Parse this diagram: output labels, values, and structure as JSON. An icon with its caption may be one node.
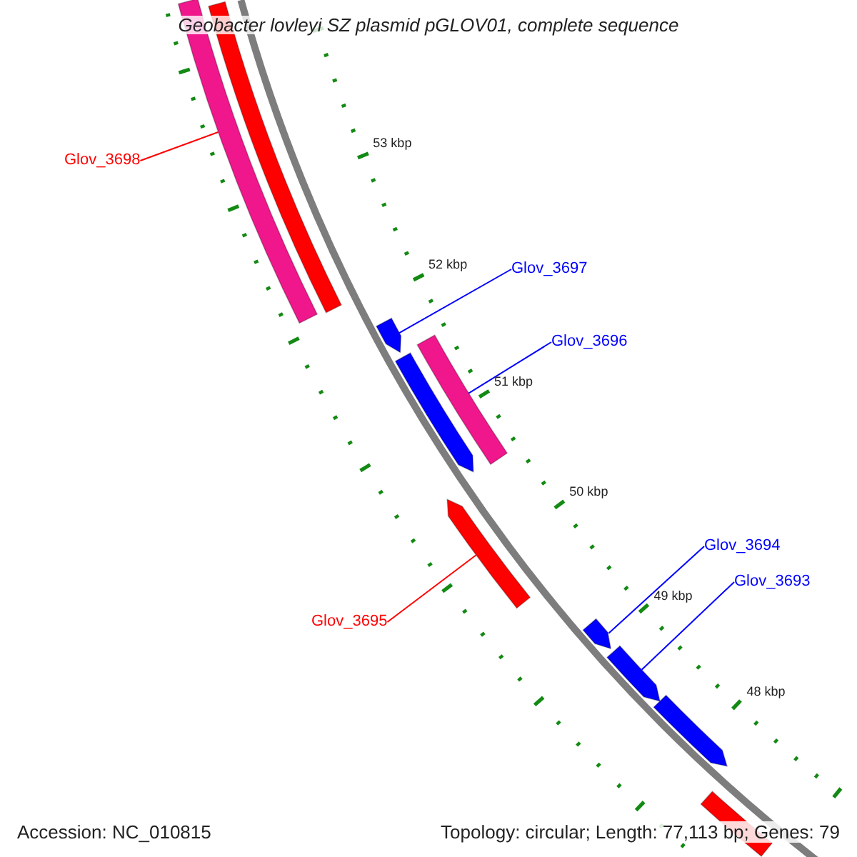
{
  "diagram": {
    "title": "Geobacter lovleyi SZ plasmid pGLOV01, complete sequence",
    "nodes": [
      {
        "text": [
          "Glov_3698"
        ]
      },
      {
        "text": [],
        "shape": "bar"
      },
      {
        "text": [],
        "shape": "bar"
      },
      {
        "text": [
          "Glov_3697"
        ]
      },
      {
        "text": [],
        "shape": "arrow"
      },
      {
        "text": [
          "Glov_3696"
        ]
      },
      {
        "text": [],
        "shape": "bar"
      },
      {
        "text": [],
        "shape": "arrow"
      },
      {
        "text": [
          "Glov_3695"
        ]
      },
      {
        "text": [],
        "shape": "arrow"
      },
      {
        "text": [
          "Glov_3694"
        ]
      },
      {
        "text": [],
        "shape": "arrow"
      },
      {
        "text": [
          "Glov_3693"
        ]
      },
      {
        "text": [],
        "shape": "arrow"
      },
      {
        "text": [],
        "shape": "arrow"
      },
      {
        "text": [],
        "shape": "bar"
      }
    ],
    "edges": [
      {
        "from": 0,
        "to": 1,
        "arrow": "none",
        "color": "#ff0000"
      },
      {
        "from": 3,
        "to": 4,
        "arrow": "none"
      },
      {
        "from": 5,
        "to": 6,
        "arrow": "none"
      },
      {
        "from": 8,
        "to": 9,
        "arrow": "none",
        "color": "#ff0000"
      },
      {
        "from": 10,
        "to": 11,
        "arrow": "none"
      },
      {
        "from": 12,
        "to": 13,
        "arrow": "none"
      }
    ],
    "labels": [
      "53 kbp",
      "52 kbp",
      "51 kbp",
      "50 kbp",
      "49 kbp",
      "48 kbp",
      "Accession: NC_010815",
      "Topology: circular; Length: 77,113 bp; Genes: 79"
    ]
  }
}
